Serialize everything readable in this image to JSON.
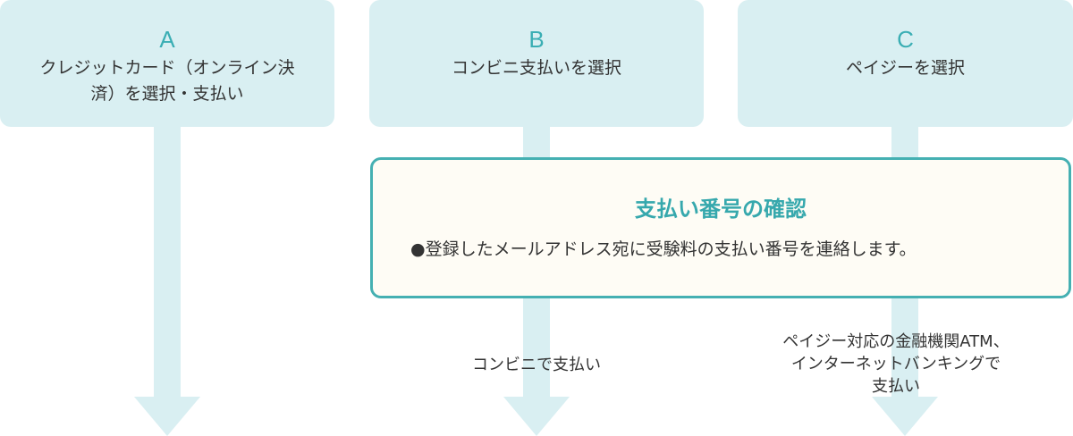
{
  "colors": {
    "flow_fill": "#d9eff2",
    "accent": "#3aaeb4",
    "notice_border": "#45b0b2",
    "notice_bg": "#fefcf5",
    "text": "#333333"
  },
  "options": [
    {
      "letter": "A",
      "label_lines": [
        "クレジットカード（オンライン決",
        "済）を選択・支払い"
      ]
    },
    {
      "letter": "B",
      "label_lines": [
        "コンビニ支払いを選択"
      ]
    },
    {
      "letter": "C",
      "label_lines": [
        "ペイジーを選択"
      ]
    }
  ],
  "notice": {
    "title": "支払い番号の確認",
    "body": "●登録したメールアドレス宛に受験料の支払い番号を連絡します。"
  },
  "payment_methods": {
    "b": [
      "コンビニで支払い"
    ],
    "c": [
      "ペイジー対応の金融機関ATM、",
      "インターネットバンキングで",
      "支払い"
    ]
  }
}
